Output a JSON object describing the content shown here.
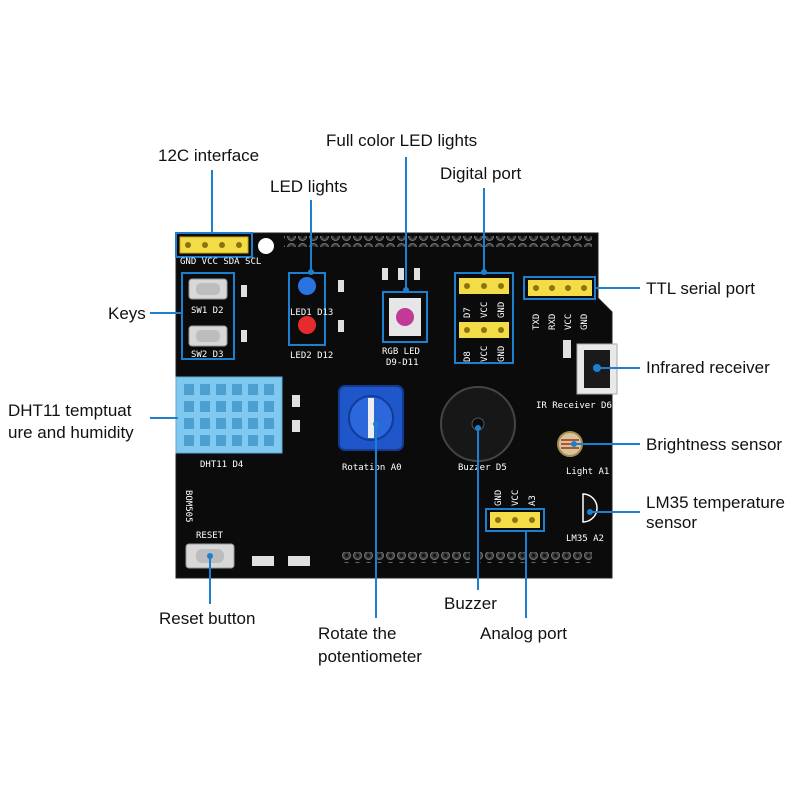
{
  "colors": {
    "board": "#0b0b0b",
    "callout_line": "#1f7fcf",
    "header_pin": "#f3dc46",
    "dht11": "#7fc8f0",
    "potentiometer": "#1f56c9",
    "silkscreen": "#ffffff"
  },
  "callouts": {
    "i2c_interface": "12C interface",
    "full_color_led": "Full color LED lights",
    "led_lights": "LED lights",
    "digital_port": "Digital port",
    "keys": "Keys",
    "ttl_serial_port": "TTL serial port",
    "infrared_receiver": "Infrared receiver",
    "dht11_line1": "DHT11 temptuat",
    "dht11_line2": "ure and humidity",
    "brightness_sensor": "Brightness sensor",
    "lm35_line1": "LM35 temperature",
    "lm35_line2": "sensor",
    "reset_button": "Reset button",
    "rotate_line1": "Rotate the",
    "rotate_line2": "potentiometer",
    "buzzer": "Buzzer",
    "analog_port": "Analog port"
  },
  "silkscreen": {
    "i2c_pins": "GND VCC SDA SCL",
    "sw1": "SW1  D2",
    "sw2": "SW2  D3",
    "led1": "LED1  D13",
    "led2": "LED2  D12",
    "rgb_line1": "RGB LED",
    "rgb_line2": "D9-D11",
    "digital_pins_top": [
      "D7",
      "VCC",
      "GND"
    ],
    "digital_pins_bottom": [
      "D8",
      "VCC",
      "GND"
    ],
    "ttl_pins": [
      "TXD",
      "RXD",
      "VCC",
      "GND"
    ],
    "ir_receiver": "IR Receiver D6",
    "dht11": "DHT11  D4",
    "rotation": "Rotation A0",
    "buzzer": "Buzzer  D5",
    "light": "Light  A1",
    "lm35": "LM35  A2",
    "analog_pins": [
      "GND",
      "VCC",
      "A3"
    ],
    "reset": "RESET",
    "model": "BOM505"
  }
}
